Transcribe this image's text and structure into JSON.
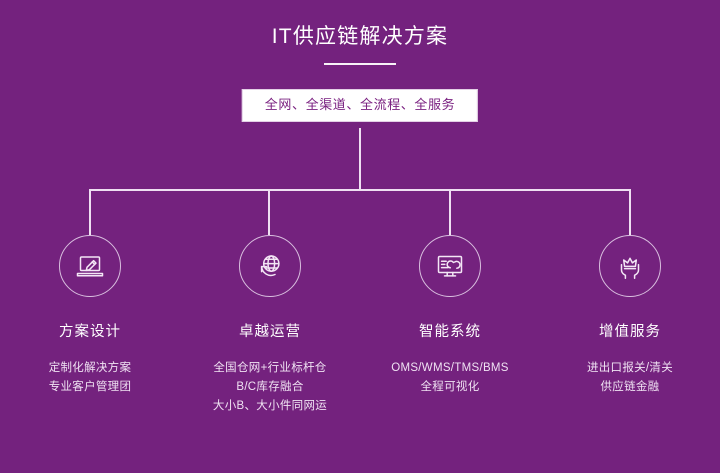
{
  "theme": {
    "background": "#74227E",
    "text_on_purple": "#FFFFFF",
    "subtitle_box_bg": "#FFFFFF",
    "subtitle_box_text": "#7A2080",
    "line_color": "#EFE0F2",
    "circle_border": "#D9BFDF",
    "description_text": "#F0E2F3"
  },
  "header": {
    "title": "IT供应链解决方案",
    "subtitle": "全网、全渠道、全流程、全服务"
  },
  "columns": [
    {
      "icon": "laptop-pencil-icon",
      "title": "方案设计",
      "lines": [
        "定制化解决方案",
        "专业客户管理团"
      ]
    },
    {
      "icon": "globe-arrow-icon",
      "title": "卓越运营",
      "lines": [
        "全国仓网+行业标杆仓",
        "B/C库存融合",
        "大小B、大小件同网运"
      ]
    },
    {
      "icon": "monitor-chart-icon",
      "title": "智能系统",
      "lines": [
        "OMS/WMS/TMS/BMS",
        "全程可视化"
      ]
    },
    {
      "icon": "crown-hands-icon",
      "title": "增值服务",
      "lines": [
        "进出口报关/清关",
        "供应链金融"
      ]
    }
  ]
}
